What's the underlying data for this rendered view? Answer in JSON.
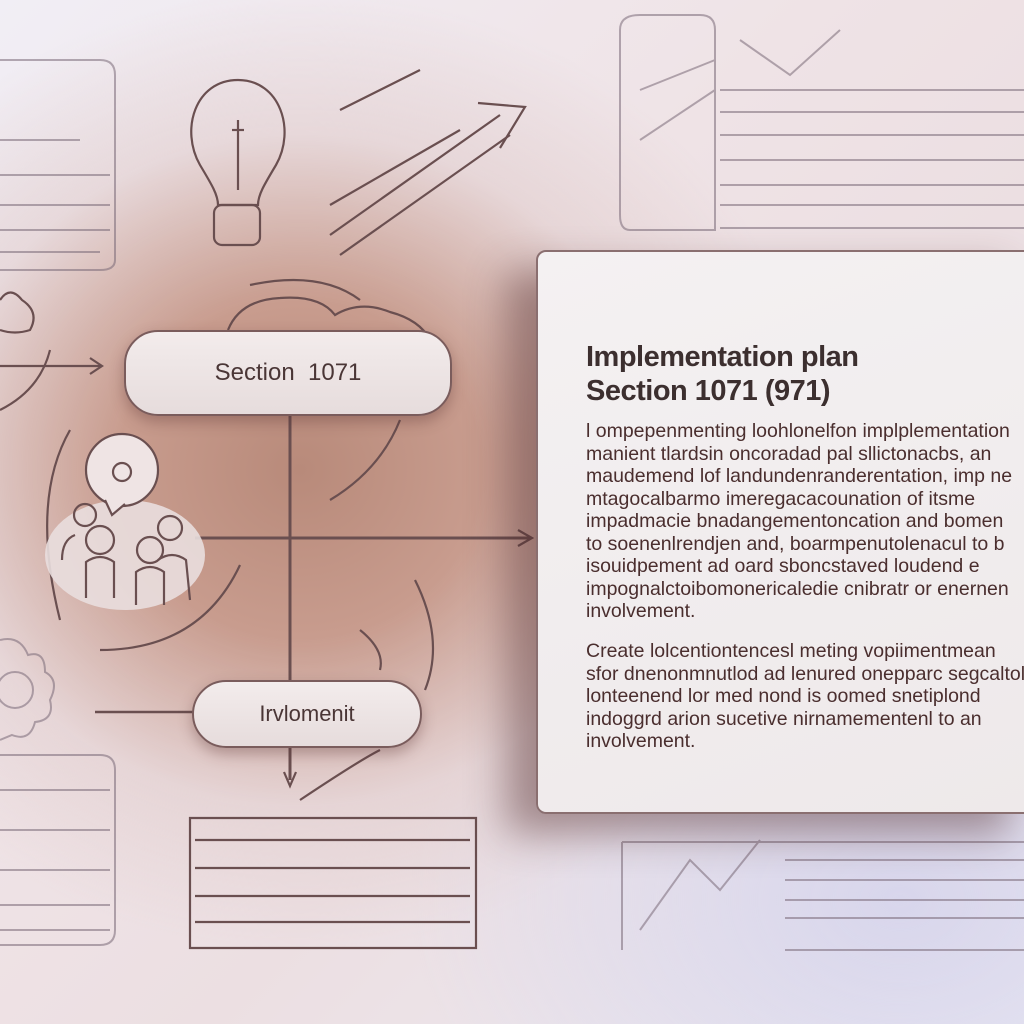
{
  "flow": {
    "section_label": "Section  1071",
    "involvement_label": "Irvlomenit"
  },
  "panel": {
    "title_line1": "Implementation plan",
    "title_line2": "Section 1071 (971)",
    "paragraph1": "l ompepenmenting loohlonelfon implplementation\nmanient tlardsin oncoradad pal sllictonacbs, an\nmaudemend lof landundenranderentation, imp ne\nmtagocalbarmo imeregacacounation of itsme\nimpadmacie bnadangementoncation and bomen\nto soenenlrendjen and, boarmpenutolenacul to b\nisouidpement ad oard sboncstaved loudend e\nimpognalctoibomonericaledie cnibratr or enernen\ninvolvement.",
    "paragraph2": "Create lolcentiontencesl meting vopiimentmean\nsfor dnenonmnutlod ad lenured onepparc segcaltol\nlonteenend lor med nond is oomed snetiplond\nindoggrd arion sucetive nirnamementenl to an\ninvolvement."
  },
  "colors": {
    "line": "#7a5c5c",
    "panel_bg": "#f2eeef",
    "text": "#4a2e2e",
    "background_center": "#b88a7a"
  },
  "icons": [
    "lightbulb-icon",
    "arrow-icon",
    "cloud-icon",
    "people-icon",
    "speech-bubble-icon",
    "gear-icon",
    "line-chart-icon",
    "document-icon"
  ]
}
